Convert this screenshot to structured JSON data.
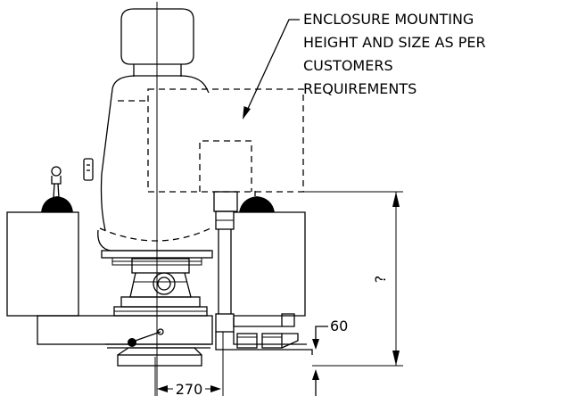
{
  "note": {
    "lines": [
      "ENCLOSURE MOUNTING",
      "HEIGHT AND SIZE AS PER",
      "CUSTOMERS",
      "REQUIREMENTS"
    ]
  },
  "dimensions": {
    "height_unknown": "?",
    "offset_60": "60",
    "width_270": "270"
  },
  "icons": {
    "seat": "operator-seat-icon",
    "joystick_left": "joystick-icon",
    "joystick_right": "joystick-icon",
    "lever": "lever-icon"
  }
}
